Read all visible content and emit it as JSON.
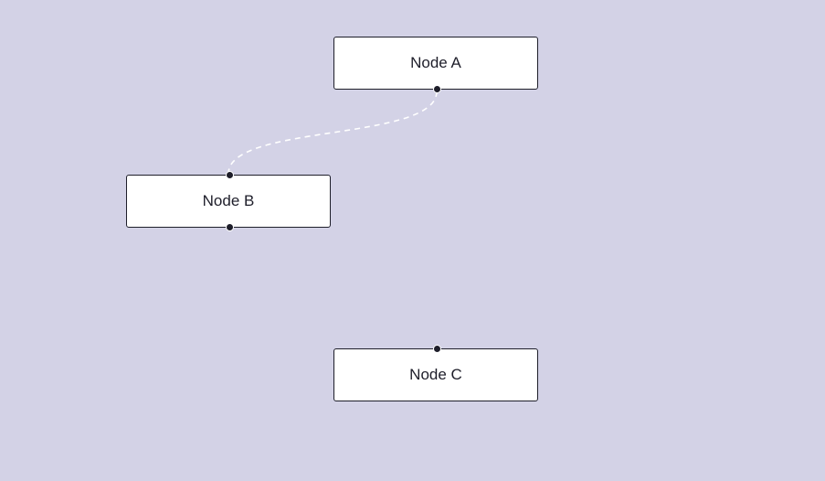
{
  "colors": {
    "background": "#d3d2e6",
    "node_fill": "#ffffff",
    "node_border": "#1e1e2a",
    "edge": "#ffffff"
  },
  "nodes": [
    {
      "id": "a",
      "label": "Node A"
    },
    {
      "id": "b",
      "label": "Node B"
    },
    {
      "id": "c",
      "label": "Node C"
    }
  ],
  "edges": [
    {
      "from": "a",
      "to": "b",
      "style": "dashed"
    }
  ]
}
